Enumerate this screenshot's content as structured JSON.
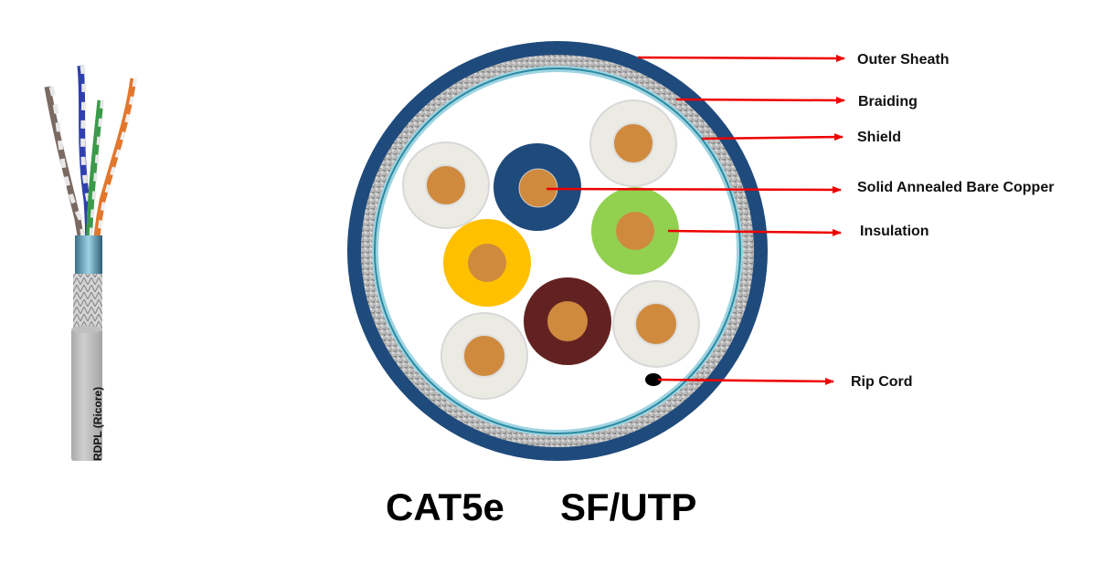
{
  "cable_photo": {
    "print_text": "RDPL (Ricore)",
    "pair_colors": [
      "#7a6a62",
      "#2f3fae",
      "#3a9a4a",
      "#e2772d"
    ]
  },
  "cross_section": {
    "colors": {
      "outer_sheath": "#1f4a7c",
      "braiding": "#b8b8b8",
      "shield": "#7cc3d3",
      "shield_line": "#2a8aa0",
      "copper": "#cf8a3e",
      "white_insulation": "#ecebe3",
      "rip_cord": "#000000",
      "arrow": "#ee0000"
    },
    "conductors": [
      {
        "name": "white-top-left",
        "insulation": "#ecebe3"
      },
      {
        "name": "blue",
        "insulation": "#1f4a7c"
      },
      {
        "name": "white-top-right",
        "insulation": "#ecebe3"
      },
      {
        "name": "green",
        "insulation": "#92d050"
      },
      {
        "name": "yellow",
        "insulation": "#ffc000"
      },
      {
        "name": "brown",
        "insulation": "#632222"
      },
      {
        "name": "white-bottom-right",
        "insulation": "#ecebe3"
      },
      {
        "name": "white-bottom-left",
        "insulation": "#ecebe3"
      }
    ]
  },
  "labels": {
    "outer_sheath": "Outer Sheath",
    "braiding": "Braiding",
    "shield": "Shield",
    "copper": "Solid Annealed Bare Copper",
    "insulation": "Insulation",
    "rip_cord": "Rip Cord"
  },
  "caption": {
    "category": "CAT5e",
    "type": "SF/UTP"
  }
}
